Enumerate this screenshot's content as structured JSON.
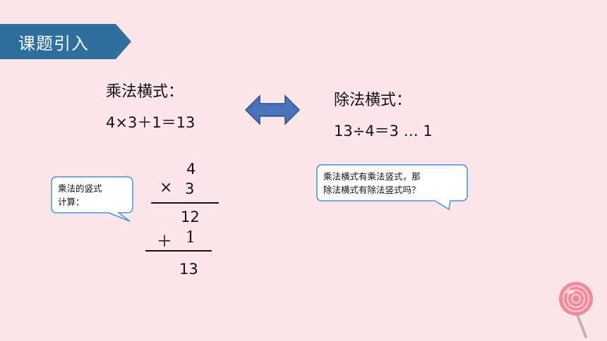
{
  "header": {
    "title": "课题引入"
  },
  "multiplication": {
    "label": "乘法横式：",
    "equation": "4×3＋1＝13"
  },
  "division": {
    "label": "除法横式：",
    "equation": "13÷4＝3 … 1"
  },
  "bubble_left": {
    "line1": "乘法的竖式",
    "line2": "计算："
  },
  "bubble_right": {
    "line1": "乘法横式有乘法竖式，那",
    "line2": "除法横式有除法竖式吗？"
  },
  "vertical_calc": {
    "top": "4",
    "times_sign": "×",
    "multiplier": "3",
    "product": "12",
    "plus_sign": "＋",
    "addend": "1",
    "result": "13"
  },
  "colors": {
    "banner": "#2e6f9e",
    "background": "#fde6ea",
    "bubble_border": "#4a90d9",
    "arrow": "#4a72b8"
  }
}
